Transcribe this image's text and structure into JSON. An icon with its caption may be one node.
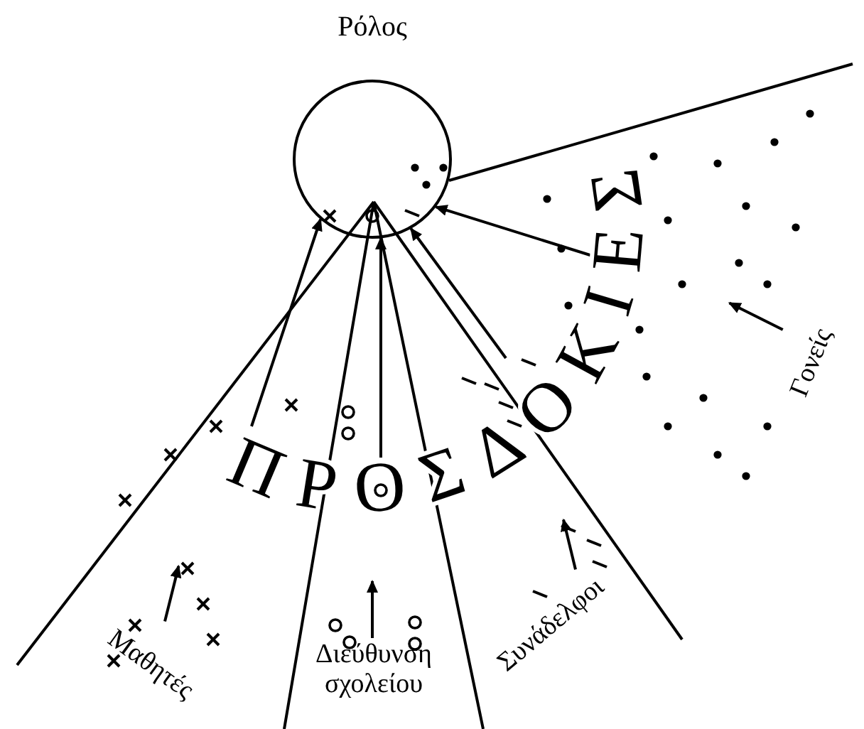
{
  "diagram": {
    "nodes": [
      {
        "text": [
          "Ρόλος"
        ]
      },
      {
        "text": [
          "Μαθητές"
        ]
      },
      {
        "text": [
          "Διεύθυνση σχολείου"
        ]
      },
      {
        "text": [
          "Συνάδελφοι"
        ]
      },
      {
        "text": [
          "Γονείς"
        ]
      },
      {
        "text": [
          "ΠΡΟΣΔΟΚΙΕΣ"
        ]
      }
    ],
    "edges": [
      {
        "from": 1,
        "to": null,
        "arrow": "to"
      },
      {
        "from": 5,
        "to": 0,
        "arrow": "to"
      },
      {
        "from": 2,
        "to": null,
        "arrow": "to"
      },
      {
        "from": 5,
        "to": 0,
        "arrow": "to"
      },
      {
        "from": 3,
        "to": 5,
        "arrow": "to"
      },
      {
        "from": 5,
        "to": 0,
        "arrow": "to"
      },
      {
        "from": 4,
        "to": null,
        "arrow": "to"
      },
      {
        "from": 5,
        "to": 0,
        "arrow": "to"
      }
    ]
  }
}
